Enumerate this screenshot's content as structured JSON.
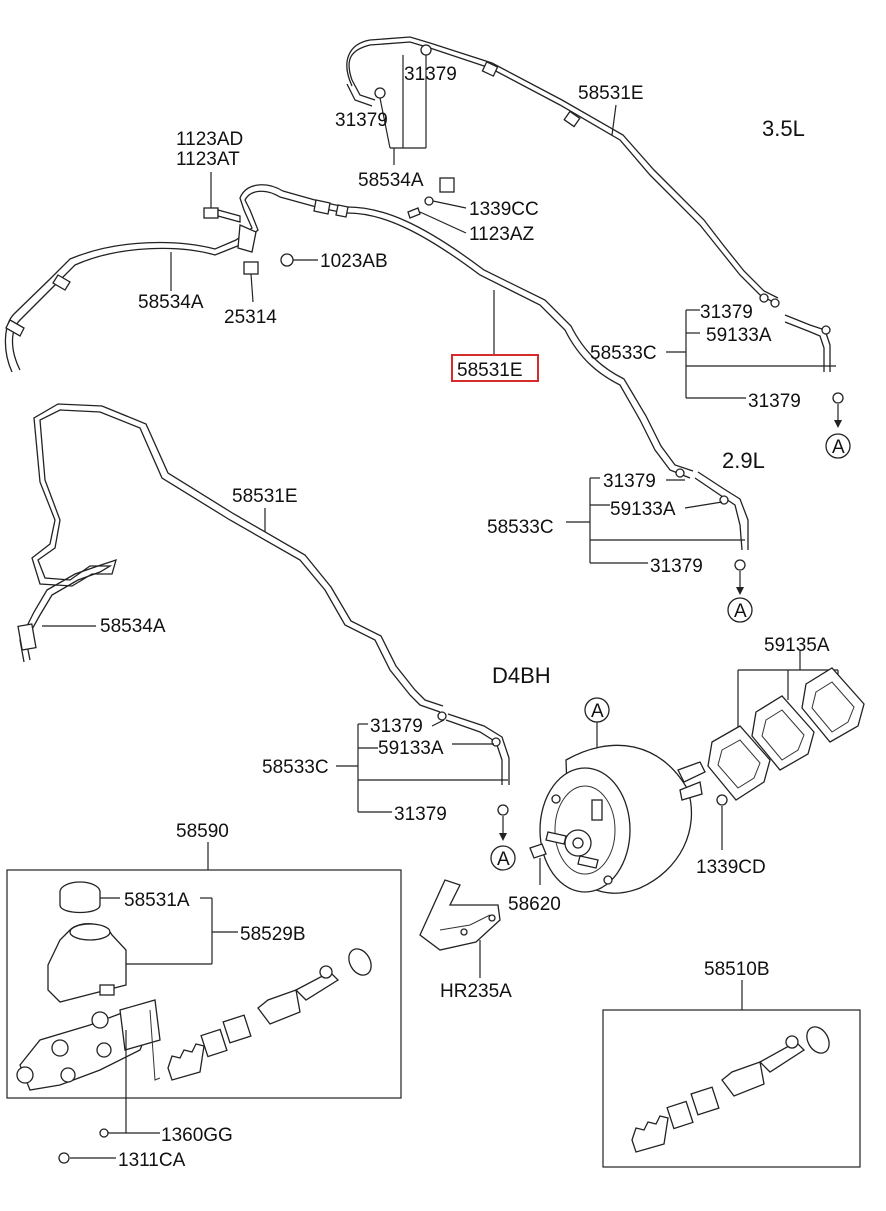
{
  "engines": {
    "e35": "3.5L",
    "e29": "2.9L",
    "d4bh": "D4BH"
  },
  "labels": {
    "p31379_a": "31379",
    "p31379_b": "31379",
    "p58531E_top": "58531E",
    "p58534A_top": "58534A",
    "p1123AD": "1123AD",
    "p1123AT": "1123AT",
    "p1339CC": "1339CC",
    "p1123AZ": "1123AZ",
    "p1023AB": "1023AB",
    "p58534A_mid": "58534A",
    "p25314": "25314",
    "p58531E_highlight": "58531E",
    "p31379_35a": "31379",
    "p59133A_35": "59133A",
    "p58533C_35": "58533C",
    "p31379_35b": "31379",
    "p31379_29a": "31379",
    "p59133A_29": "59133A",
    "p58533C_29": "58533C",
    "p31379_29b": "31379",
    "p58531E_left": "58531E",
    "p58534A_left": "58534A",
    "p59135A": "59135A",
    "p31379_da": "31379",
    "p59133A_d": "59133A",
    "p58533C_d": "58533C",
    "p31379_db": "31379",
    "p58590": "58590",
    "p58531A": "58531A",
    "p58529B": "58529B",
    "p1339CD": "1339CD",
    "p58620": "58620",
    "pHR235A": "HR235A",
    "p58510B": "58510B",
    "p1360GG": "1360GG",
    "p1311CA": "1311CA"
  },
  "refs": {
    "a1": "A",
    "a2": "A",
    "a3": "A",
    "a4": "A"
  },
  "colors": {
    "line": "#222222",
    "highlight": "#d62b2b",
    "background": "#ffffff"
  }
}
